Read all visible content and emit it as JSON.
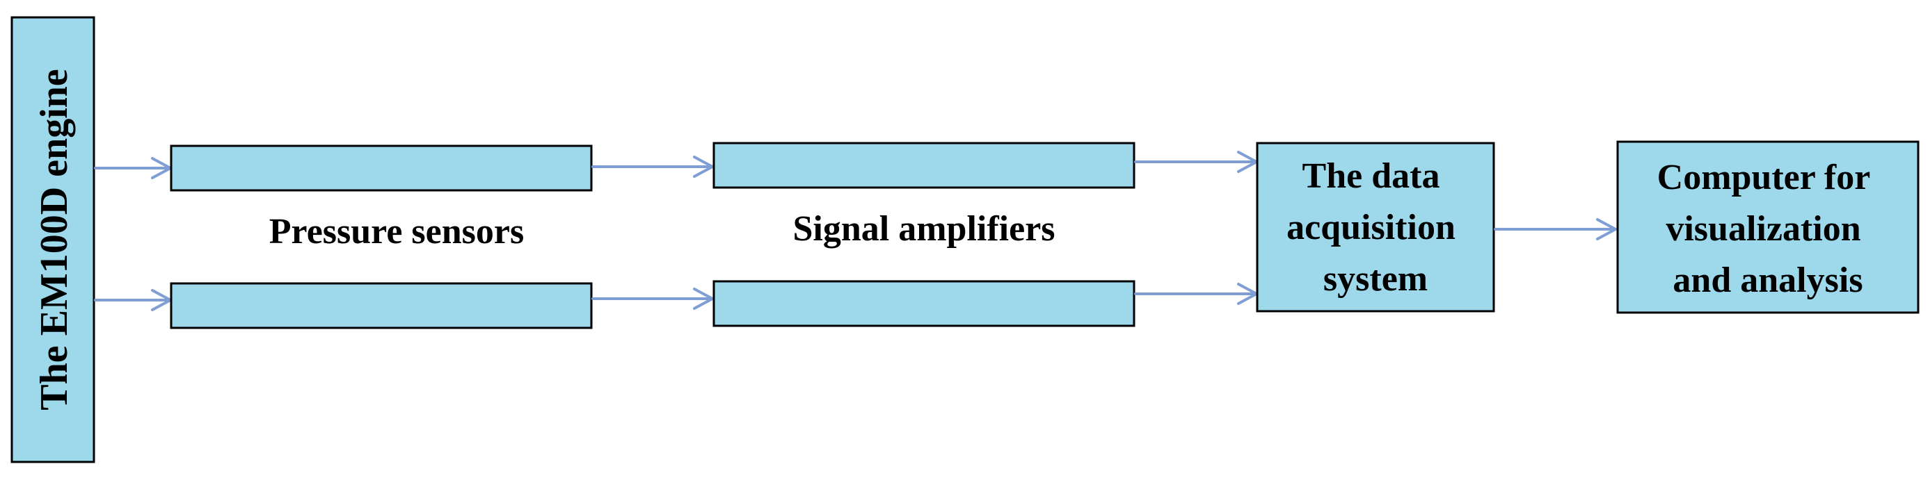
{
  "colors": {
    "box_fill": "#9dd9ea",
    "box_stroke": "#000000",
    "arrow": "#7f9fd4",
    "text": "#000000"
  },
  "engine": {
    "label": "The EM100D engine"
  },
  "sensors": {
    "label": "Pressure sensors"
  },
  "amplifiers": {
    "label": "Signal amplifiers"
  },
  "daq": {
    "lines": [
      "The data",
      "acquisition",
      "system"
    ]
  },
  "computer": {
    "lines": [
      "Computer for",
      "visualization",
      "and analysis"
    ]
  }
}
